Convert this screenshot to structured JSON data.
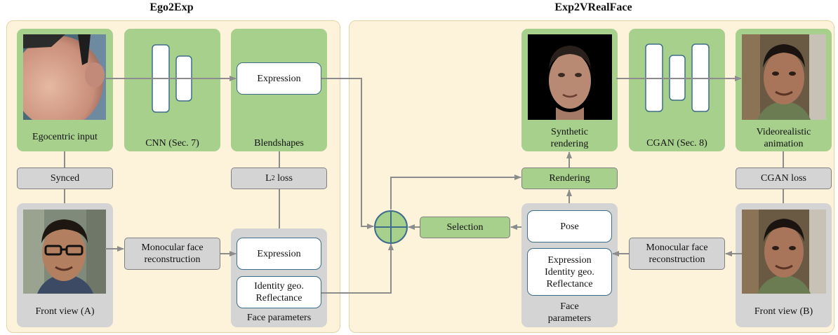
{
  "titles": {
    "left": "Ego2Exp",
    "right": "Exp2VRealFace"
  },
  "left": {
    "egocentric_caption": "Egocentric input",
    "cnn_caption": "CNN (Sec. 7)",
    "blend_caption": "Blendshapes",
    "expression_label": "Expression",
    "synced_label": "Synced",
    "l2_label": "L",
    "l2_sub": "2",
    "l2_rest": " loss",
    "front_a_caption": "Front view (A)",
    "mono_label": "Monocular face\nreconstruction",
    "fp_expression_label": "Expression",
    "fp_identity_label": "Identity geo.\nReflectance",
    "fp_caption": "Face parameters"
  },
  "right": {
    "synthetic_caption": "Synthetic\nrendering",
    "cgan_caption": "CGAN (Sec. 8)",
    "video_caption": "Videorealistic\nanimation",
    "rendering_label": "Rendering",
    "cgan_loss_label": "CGAN loss",
    "selection_label": "Selection",
    "pose_label": "Pose",
    "expr_id_label": "Expression\nIdentity geo.\nReflectance",
    "fp_caption": "Face\nparameters",
    "mono_label": "Monocular face\nreconstruction",
    "front_b_caption": "Front view (B)"
  },
  "colors": {
    "green": "#a8d08d",
    "gray": "#d4d4d4",
    "panel": "#fdf3da",
    "node_blue": "#3d6d8a",
    "arrow": "#8c8c8c"
  }
}
